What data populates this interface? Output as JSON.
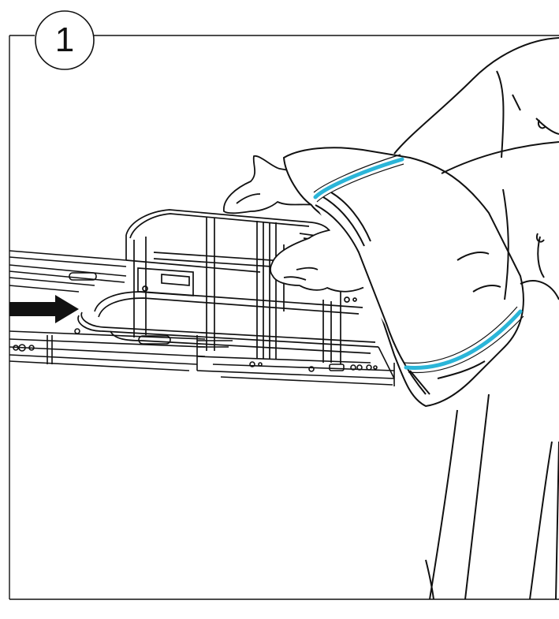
{
  "step": {
    "number": "1"
  },
  "colors": {
    "line": "#111111",
    "accent_band": "#2bb5d8",
    "background": "#ffffff",
    "arrow": "#111111"
  },
  "illustration": {
    "subject": "installing-wire-basket-on-drawer-slides",
    "direction_arrow": "right",
    "icons": [
      "step-number-badge",
      "push-arrow-icon",
      "wire-basket",
      "drawer-slide-rails",
      "gloved-hands",
      "protective-sleeve-band"
    ]
  }
}
